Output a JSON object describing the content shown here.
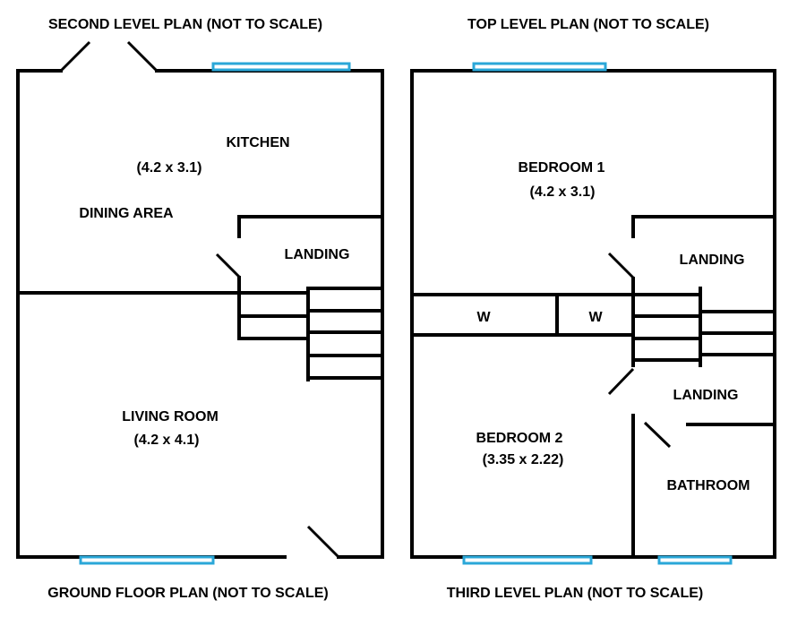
{
  "titles": {
    "second_level": "SECOND LEVEL PLAN (NOT TO SCALE)",
    "top_level": "TOP LEVEL PLAN (NOT TO SCALE)",
    "ground_floor": "GROUND FLOOR PLAN (NOT TO SCALE)",
    "third_level": "THIRD LEVEL PLAN (NOT TO SCALE)"
  },
  "left_plan": {
    "kitchen": "KITCHEN",
    "kitchen_size": "(4.2 x 3.1)",
    "dining_area": "DINING AREA",
    "landing": "LANDING",
    "living_room": "LIVING ROOM",
    "living_room_size": "(4.2 x 4.1)"
  },
  "right_plan": {
    "bedroom1": "BEDROOM  1",
    "bedroom1_size": "(4.2 x 3.1)",
    "landing_upper": "LANDING",
    "wardrobe1": "W",
    "wardrobe2": "W",
    "landing_lower": "LANDING",
    "bedroom2": "BEDROOM  2",
    "bedroom2_size": "(3.35 x 2.22)",
    "bathroom": "BATHROOM"
  },
  "colors": {
    "wall": "#000000",
    "window": "#2aa7d8",
    "background": "#ffffff"
  }
}
